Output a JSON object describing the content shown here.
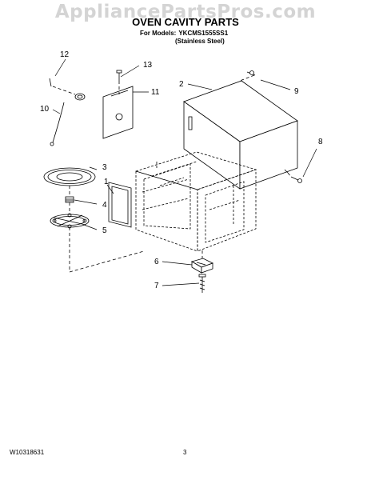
{
  "watermark": "AppliancePartsPros.com",
  "header": {
    "title": "OVEN CAVITY PARTS",
    "models_label": "For Models:",
    "model_number": "YKCMS1555SS1",
    "variant": "(Stainless Steel)"
  },
  "callouts": {
    "c1": "1",
    "c2": "2",
    "c3": "3",
    "c4": "4",
    "c5": "5",
    "c6": "6",
    "c7": "7",
    "c8": "8",
    "c9": "9",
    "c10": "10",
    "c11": "11",
    "c12": "12",
    "c13": "13"
  },
  "footer": {
    "doc_number": "W10318631",
    "page_number": "3"
  }
}
